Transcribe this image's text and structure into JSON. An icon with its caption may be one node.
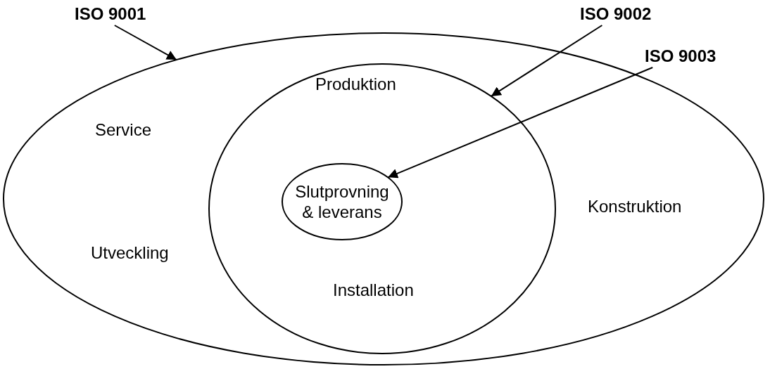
{
  "diagram": {
    "nodes": [
      {
        "text": [
          "ISO 9001"
        ]
      },
      {
        "text": [
          "ISO 9002"
        ]
      },
      {
        "text": [
          "ISO 9003"
        ]
      },
      {
        "text": [
          "Service",
          "Utveckling",
          "Konstruktion"
        ]
      },
      {
        "text": [
          "Produktion",
          "Installation"
        ],
        "in": 3
      },
      {
        "text": [
          "Slutprovning & leverans"
        ],
        "in": 4
      }
    ],
    "edges": [
      {
        "from": 0,
        "to": 3,
        "arrow": "to"
      },
      {
        "from": 1,
        "to": 4,
        "arrow": "to"
      },
      {
        "from": 2,
        "to": 5,
        "arrow": "to"
      }
    ]
  }
}
